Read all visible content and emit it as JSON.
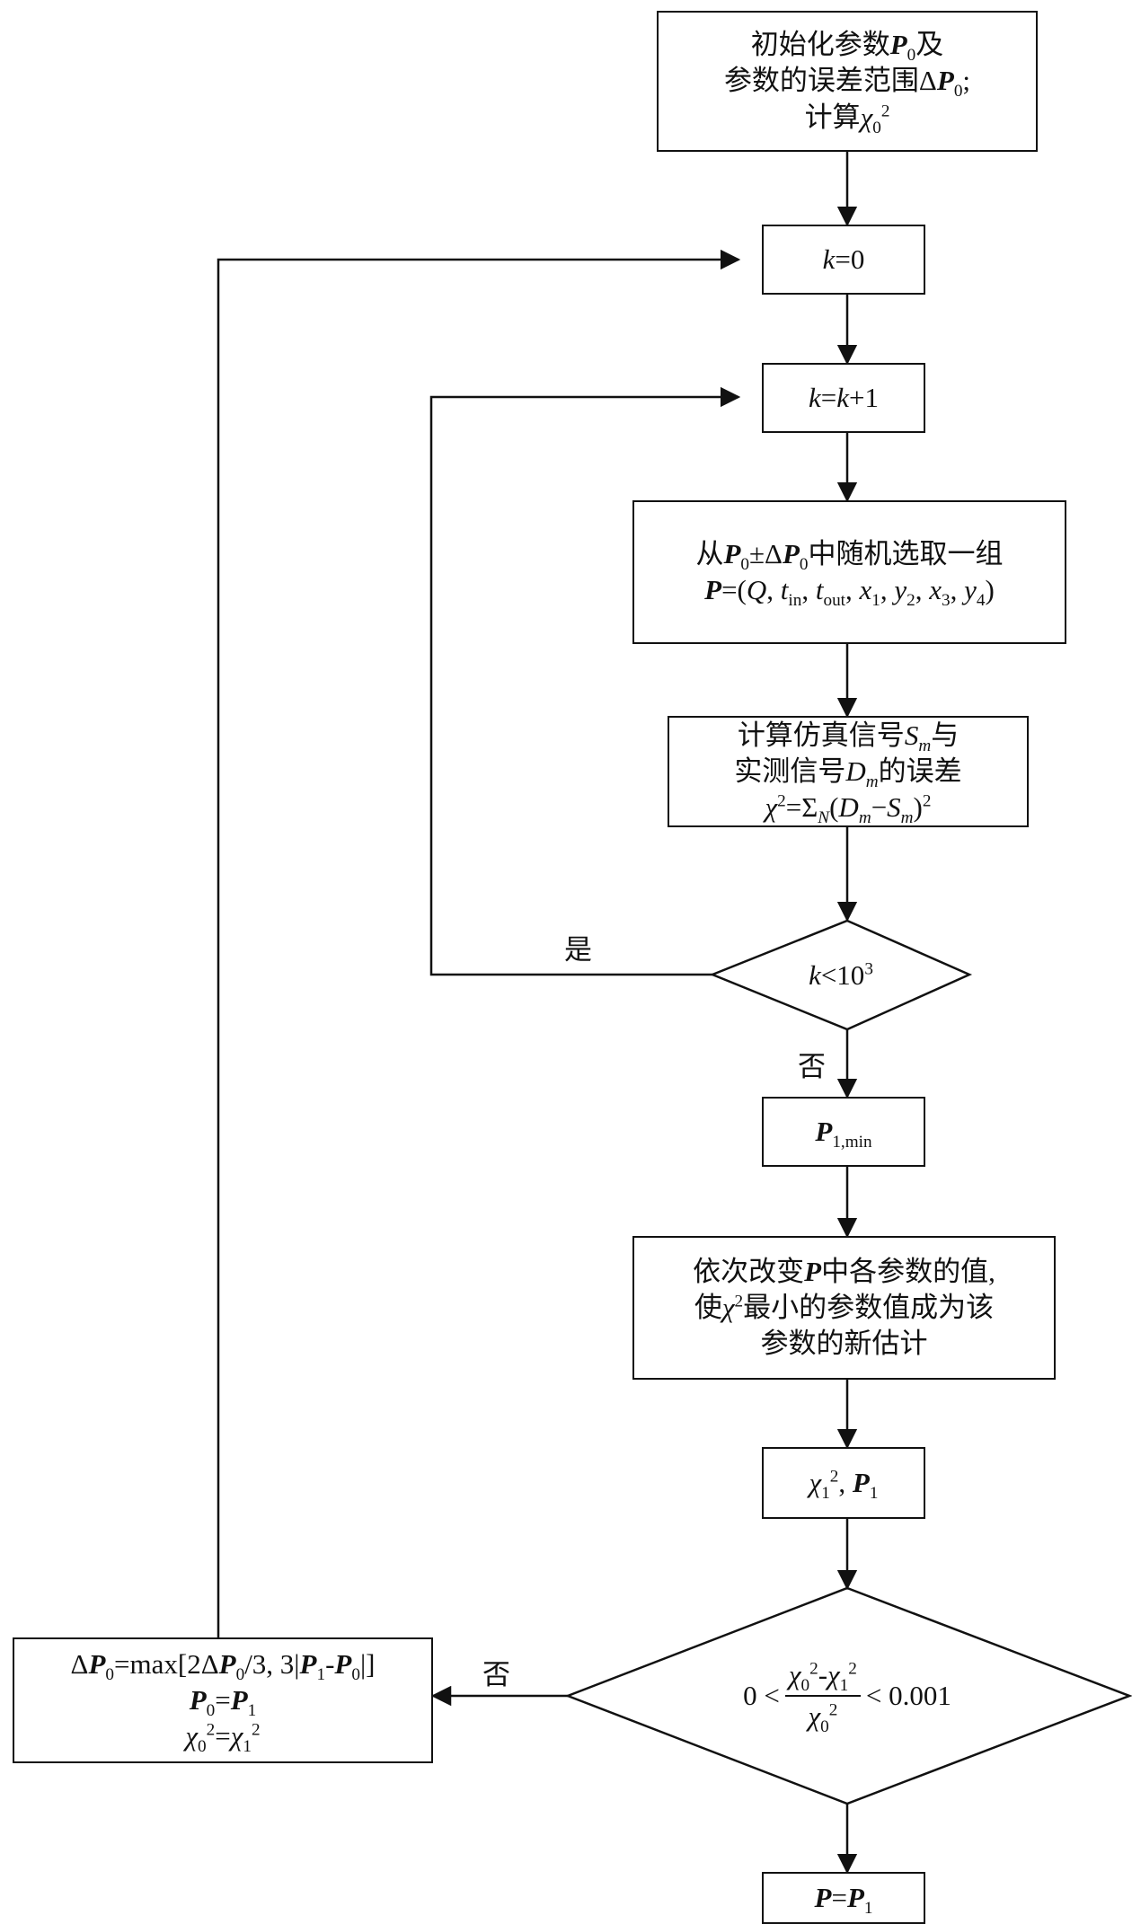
{
  "flowchart": {
    "init": {
      "line1a": "初始化参数",
      "line1b": "及",
      "line2": "参数的误差范围Δ",
      "line2b": ";",
      "line3": "计算"
    },
    "k0": {
      "lhs": "k",
      "rhs": "=0"
    },
    "kinc": {
      "lhs": "k",
      "mid": "=",
      "k2": "k",
      "rhs": "+1"
    },
    "select": {
      "line1a": "从",
      "line1b": "中随机选取一组",
      "line2": "(Q, t",
      "line2_sub_in": "in",
      "line2_tout": "t",
      "line2_sub_out": "out",
      "line2_rest": "x",
      "vars": "x1, y2, x3, y4"
    },
    "calc": {
      "line1": "计算仿真信号",
      "line1_end": "与",
      "line2": "实测信号",
      "line2_end": "的误差"
    },
    "decision1": {
      "k": "k",
      "op": "<10",
      "exp": "3"
    },
    "yes_label": "是",
    "no_label1": "否",
    "p1min": {
      "sub": "1,min"
    },
    "vary": {
      "line1a": "依次改变",
      "line1b": "中各参数的值,",
      "line2a": "使",
      "line2b": "最小的参数值成为该",
      "line3": "参数的新估计"
    },
    "chi1p1": {
      "text": ", "
    },
    "decision2": {
      "left": "0 <",
      "right": "< 0.001",
      "num": "-",
      "den": ""
    },
    "no_label2": "否",
    "update": {
      "line1": "=max[2Δ",
      "line1b": "/3, 3|",
      "line1c": "-",
      "line1d": "|]"
    },
    "final": {
      "eq": "="
    }
  }
}
